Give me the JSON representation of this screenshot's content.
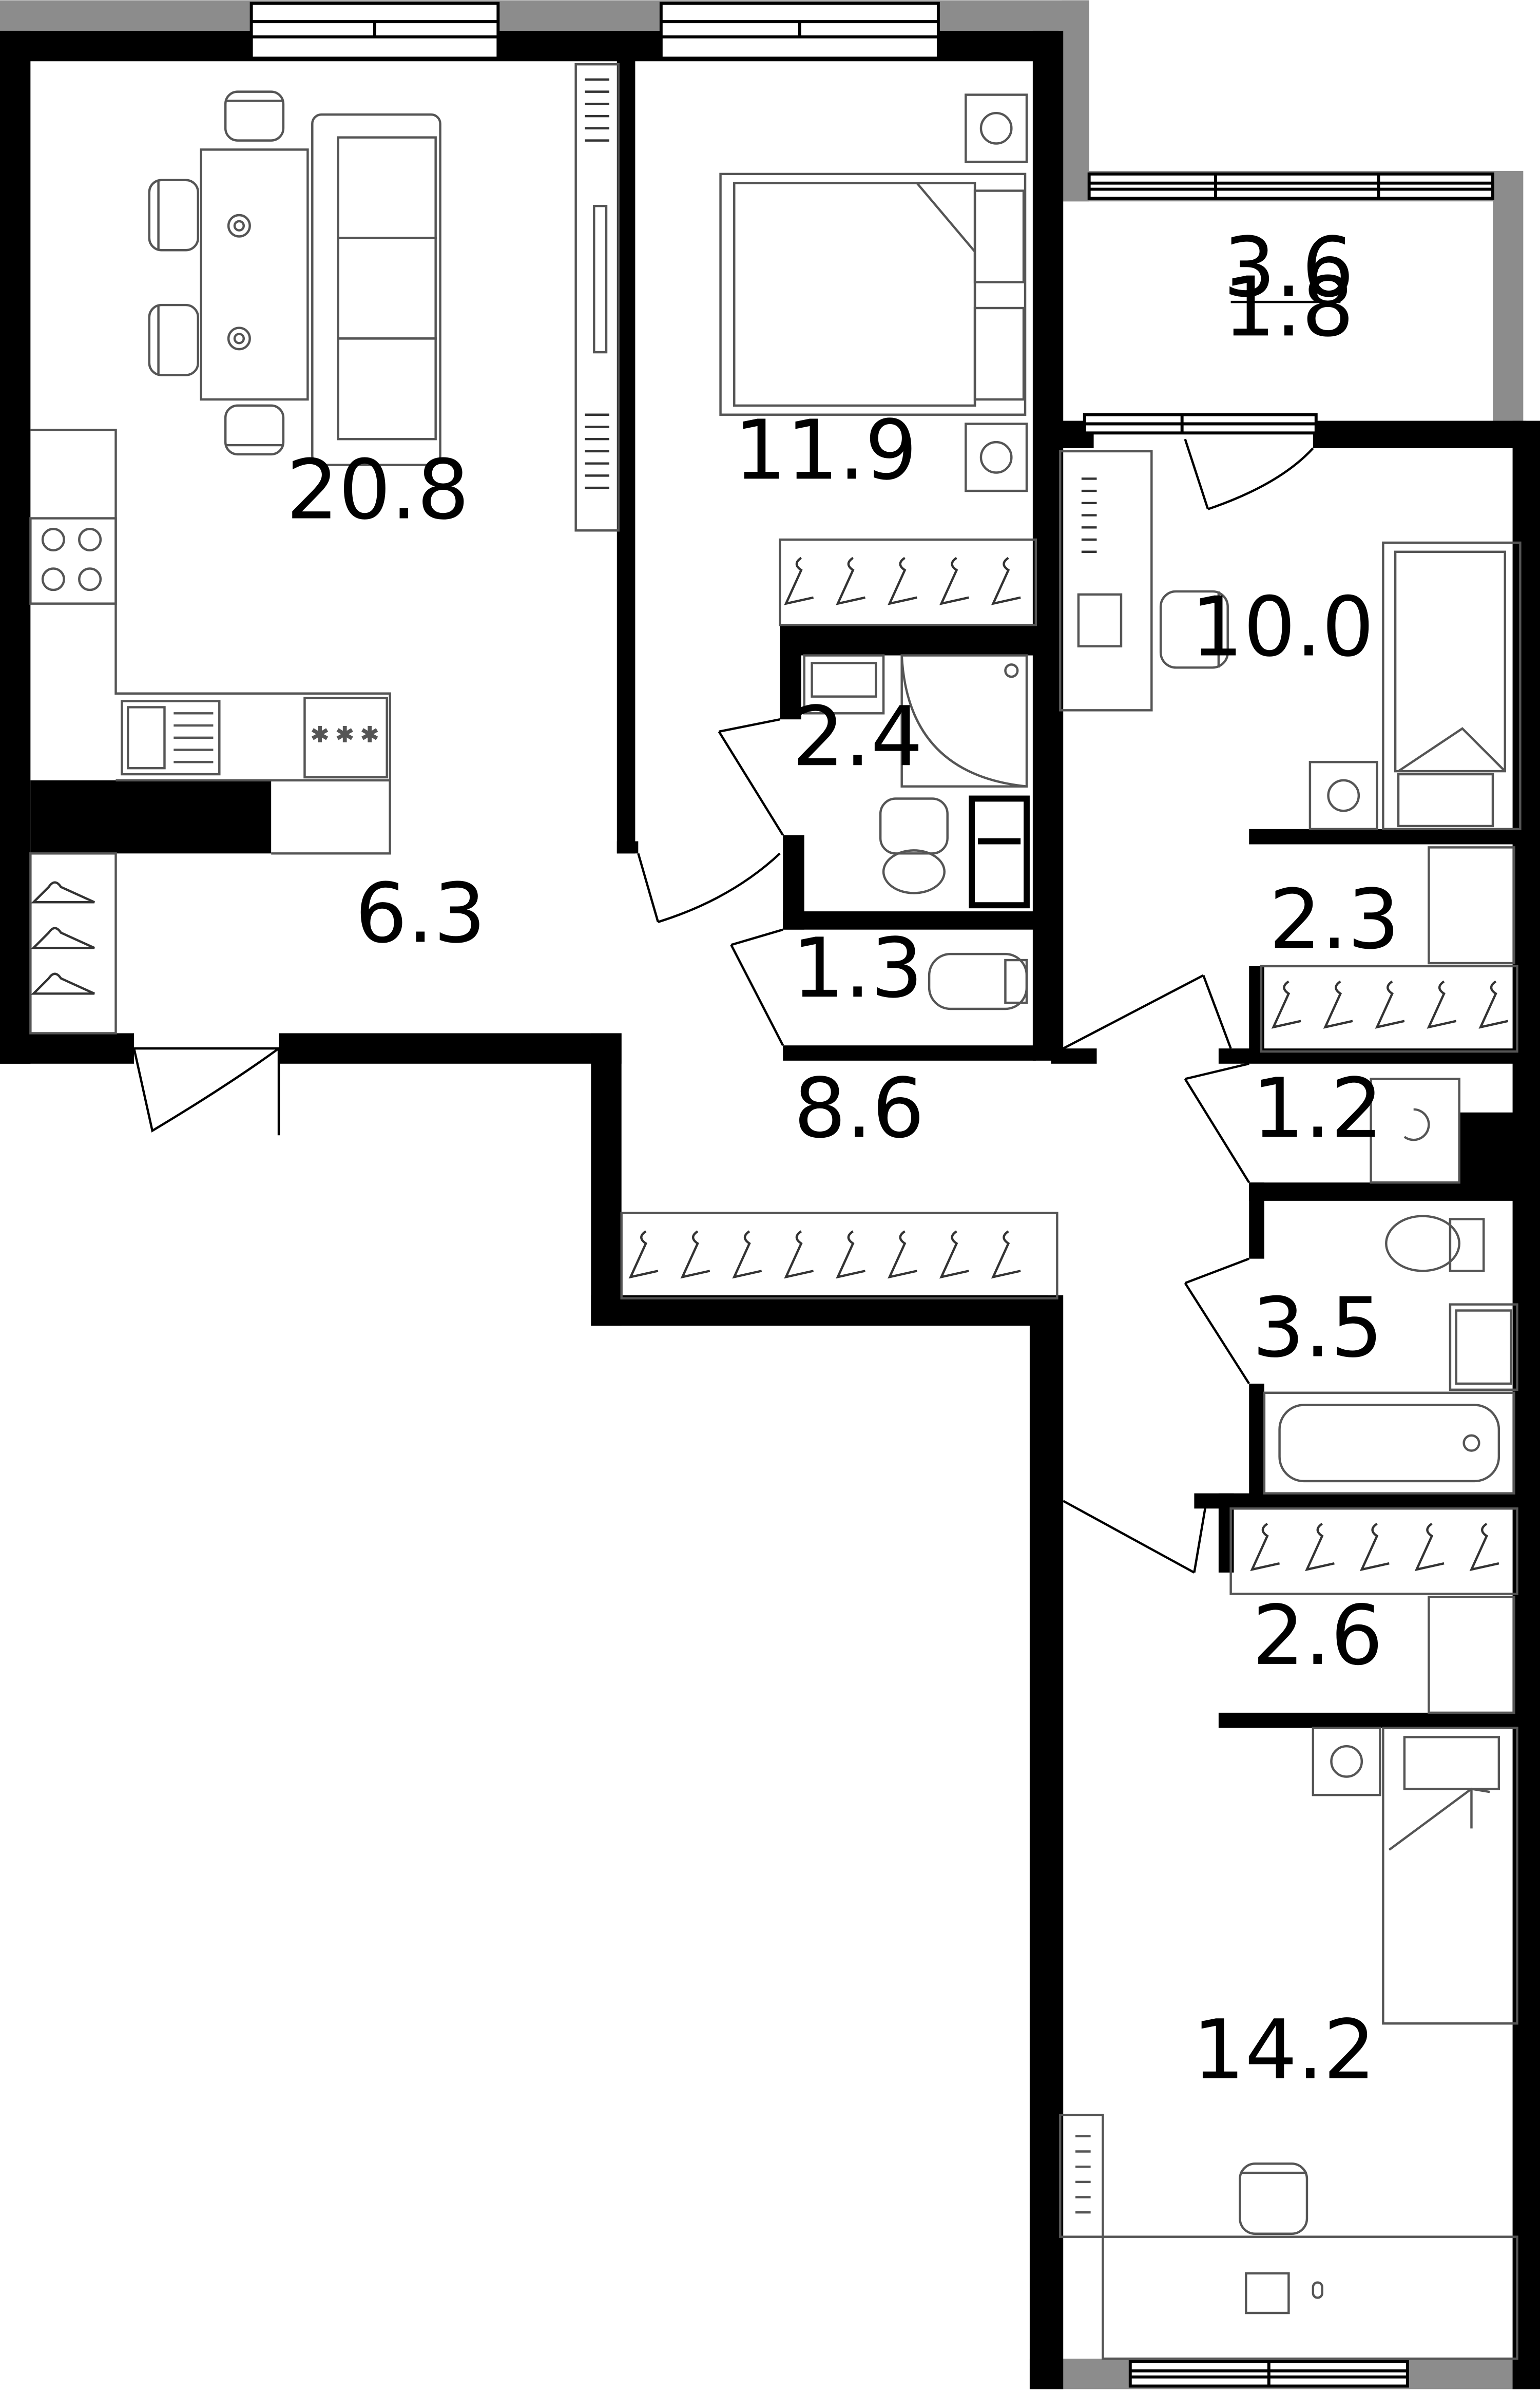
{
  "plan": {
    "rooms": [
      {
        "id": "living-kitchen",
        "area": "20.8"
      },
      {
        "id": "bedroom-1",
        "area": "11.9"
      },
      {
        "id": "bathroom-shower",
        "area": "2.4"
      },
      {
        "id": "wc-1",
        "area": "1.3"
      },
      {
        "id": "entrance-hall",
        "area": "6.3"
      },
      {
        "id": "corridor",
        "area": "8.6"
      },
      {
        "id": "bedroom-2",
        "area": "10.0"
      },
      {
        "id": "wardrobe-1",
        "area": "2.3"
      },
      {
        "id": "laundry",
        "area": "1.2"
      },
      {
        "id": "bathroom-bath",
        "area": "3.5"
      },
      {
        "id": "wardrobe-2",
        "area": "2.6"
      },
      {
        "id": "bedroom-3",
        "area": "14.2"
      }
    ],
    "balcony": {
      "area_total": "3.6",
      "area_reduced": "1.8"
    },
    "colors": {
      "wall": "#000000",
      "exterior_wall": "#8c8c8c",
      "furniture_line": "#555555",
      "background": "#ffffff"
    },
    "icons": [
      "sofa-icon",
      "dining-table-icon",
      "chair-icon",
      "tv-icon",
      "radiator-icon",
      "double-bed-icon",
      "nightstand-icon",
      "single-bed-icon",
      "desk-icon",
      "hob-icon",
      "sink-icon",
      "shower-icon",
      "toilet-icon",
      "bathtub-icon",
      "washing-machine-icon",
      "hanger-icon",
      "door-swing-icon",
      "window-icon"
    ]
  }
}
